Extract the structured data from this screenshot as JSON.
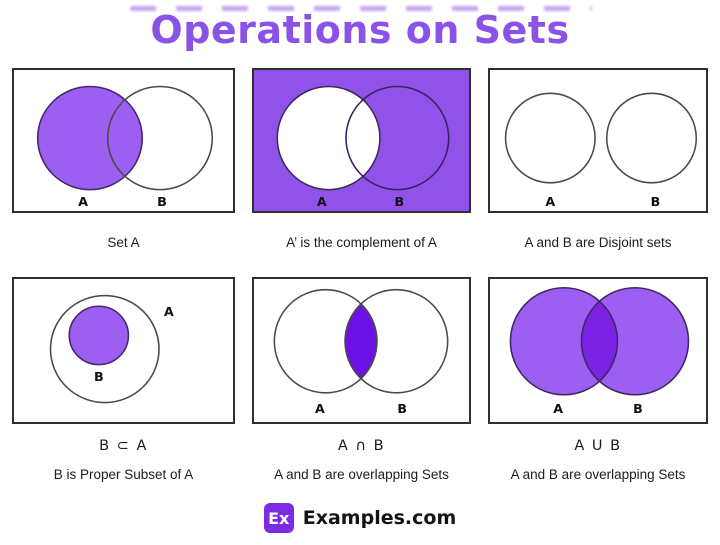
{
  "title": {
    "text": "Operations on Sets"
  },
  "colors": {
    "title_purple": "#8b52e8",
    "purple_fill": "#9d5ff2",
    "panel2_bg": "#9152ea",
    "intersection_fill": "#6c11e6",
    "union_overlap_fill": "#7d22e4",
    "badge_bg": "#7c2be0",
    "box_border": "#2f2f2f",
    "circle_stroke_plain": "#4a4a4a",
    "circle_stroke_filled": "#45286b",
    "white_fill": "#ffffff"
  },
  "panels": [
    {
      "name": "set-a",
      "label_a": "A",
      "label_b": "B",
      "caption": "Set A"
    },
    {
      "name": "complement",
      "label_a": "A",
      "label_b": "B",
      "caption": "A’ is the complement of A"
    },
    {
      "name": "disjoint",
      "label_a": "A",
      "label_b": "B",
      "caption": "A and B are Disjoint sets"
    },
    {
      "name": "proper-subset",
      "label_a": "A",
      "label_b": "B",
      "symbol": "B ⊂ A",
      "caption": "B is Proper Subset of A"
    },
    {
      "name": "intersection",
      "label_a": "A",
      "label_b": "B",
      "symbol": "A ∩ B",
      "caption": "A and B are overlapping Sets"
    },
    {
      "name": "union",
      "label_a": "A",
      "label_b": "B",
      "symbol": "A U B",
      "caption": "A and B are overlapping Sets"
    }
  ],
  "footer": {
    "badge": "Ex",
    "site_name": "Examples.com"
  }
}
